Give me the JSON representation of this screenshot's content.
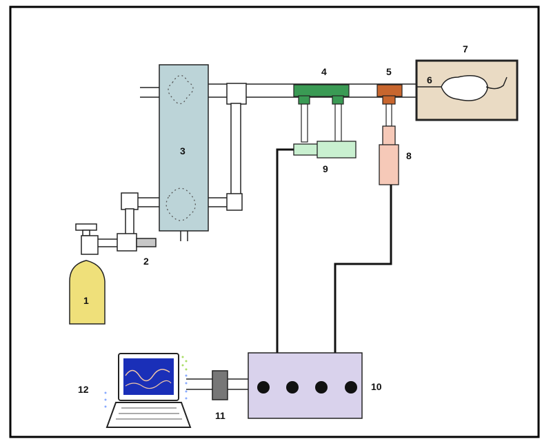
{
  "labels": {
    "gas_cylinder": "1",
    "regulator": "2",
    "vaporizer": "3",
    "sensor_junction": "4",
    "connector": "5",
    "cannula": "6",
    "animal_chamber": "7",
    "pressure_transducer": "8",
    "flow_transducer": "9",
    "amplifier": "10",
    "converter": "11",
    "computer": "12"
  },
  "colors": {
    "frame": "#000000",
    "cylinder": "#efe07a",
    "vaporizer": "#bcd4d8",
    "junction": "#3a9a54",
    "connector": "#c8662e",
    "chamber": "#eadbc4",
    "flow_sensor": "#c9f0d0",
    "pressure_sensor": "#f6c9b8",
    "amplifier": "#d9d2ec",
    "connector_block": "#777777",
    "screen": "#1a2fb8",
    "fitting": "#ffffff"
  }
}
